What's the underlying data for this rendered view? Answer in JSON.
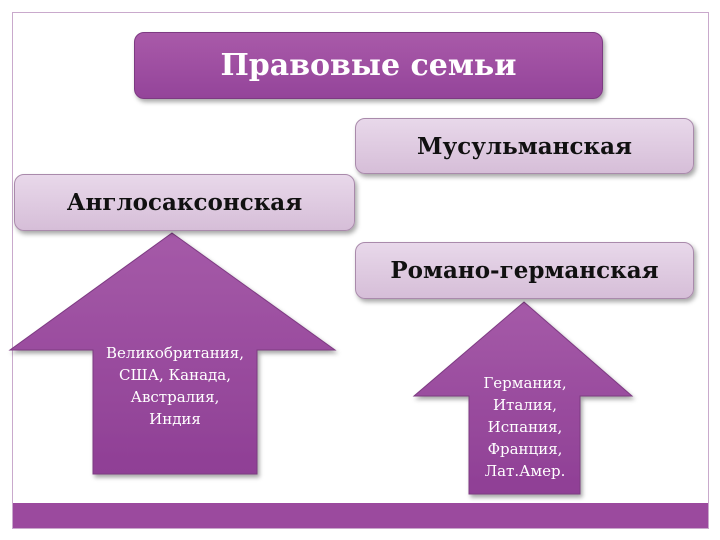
{
  "title": "Правовые семьи",
  "families": {
    "muslim": "Мусульманская",
    "anglo_saxon": "Англосаксонская",
    "romano_germanic": "Романо-германская"
  },
  "arrows": {
    "anglo_saxon_countries": "Великобритания,\nСША, Канада,\nАвстралия,\nИндия",
    "romano_germanic_countries": "Германия,\nИталия,\nИспания,\nФранция,\nЛат.Амер."
  },
  "colors": {
    "accent": "#9b4a9e",
    "light_box": "#e3d0e5"
  }
}
